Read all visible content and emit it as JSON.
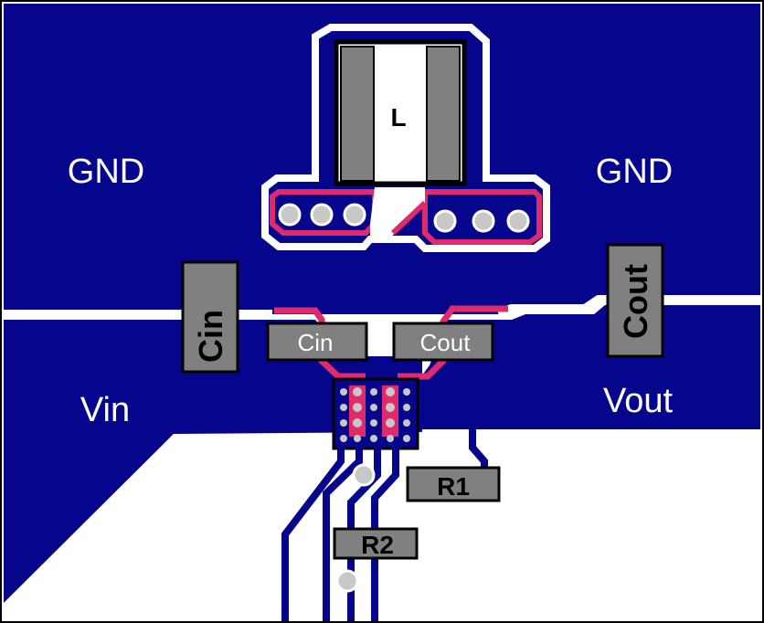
{
  "labels": {
    "gnd_left": "GND",
    "gnd_right": "GND",
    "vin": "Vin",
    "vout": "Vout",
    "inductor": "L",
    "cin_pad": "Cin",
    "cout_pad": "Cout",
    "cin_cap": "Cin",
    "cout_cap": "Cout",
    "r1": "R1",
    "r2": "R2"
  },
  "colors": {
    "copper": "#06068c",
    "trace_highlight": "#e02a6c",
    "pad": "#808080",
    "via": "#c8c8c8",
    "background": "#ffffff",
    "outline": "#000000"
  }
}
